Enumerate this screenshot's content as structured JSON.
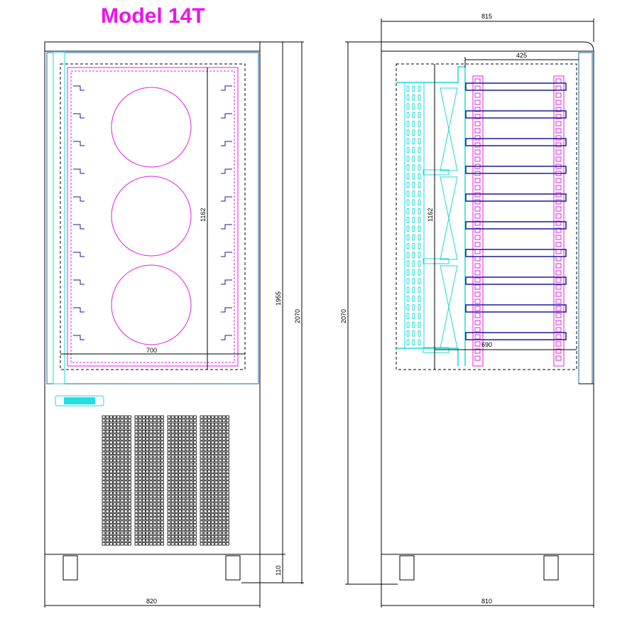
{
  "title": "Model 14T",
  "colors": {
    "magenta": "#e020e0",
    "cyan": "#20d8d8",
    "navy": "#1a1a9a",
    "line": "#000000"
  },
  "front_view": {
    "dims": {
      "height_body": "1955",
      "height_total": "2070",
      "feet": "110",
      "width": "820",
      "inner_height": "1162",
      "inner_width": "700"
    },
    "tray_slots": 3,
    "rack_levels": 10
  },
  "side_view": {
    "dims": {
      "depth_total": "815",
      "rack_depth": "425",
      "height_total": "2070",
      "inner_height": "1162",
      "inner_depth": "690",
      "width": "810"
    },
    "shelves": 10
  }
}
